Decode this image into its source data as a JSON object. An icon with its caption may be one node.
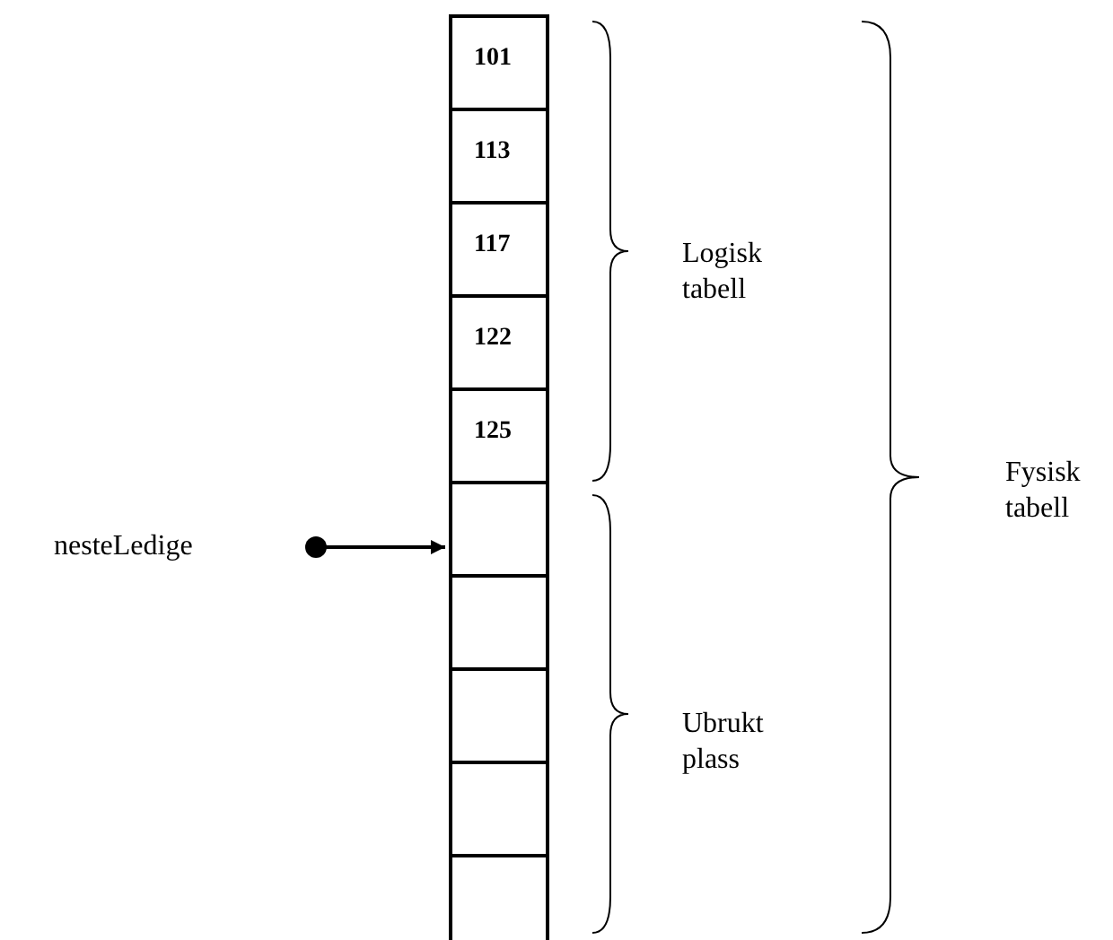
{
  "diagram": {
    "nodes": [
      {
        "text": [
          "101"
        ]
      },
      {
        "text": [
          "113"
        ]
      },
      {
        "text": [
          "117"
        ]
      },
      {
        "text": [
          "122"
        ]
      },
      {
        "text": [
          "125"
        ]
      },
      {
        "text": [],
        "shape": "box"
      },
      {
        "text": [],
        "shape": "box"
      },
      {
        "text": [],
        "shape": "box"
      },
      {
        "text": [],
        "shape": "box"
      },
      {
        "text": [],
        "shape": "box"
      },
      {
        "text": [
          "nesteLedige"
        ]
      }
    ],
    "edges": [
      {
        "from": 10,
        "to": 5,
        "arrow": "to"
      }
    ],
    "labels": [
      "Logisk tabell",
      "Fysisk tabell",
      "Ubrukt plass"
    ]
  }
}
